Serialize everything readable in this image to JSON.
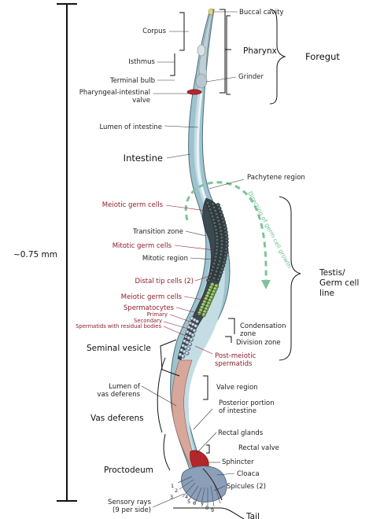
{
  "scale": {
    "label": "~0.75 mm"
  },
  "labels": {
    "buccal_cavity": "Buccal cavity",
    "corpus": "Corpus",
    "pharynx": "Pharynx",
    "foregut": "Foregut",
    "isthmus": "Isthmus",
    "grinder": "Grinder",
    "terminal_bulb": "Terminal bulb",
    "pi_valve_1": "Pharyngeal-intestinal",
    "pi_valve_2": "valve",
    "lumen_intestine": "Lumen of intestine",
    "intestine": "Intestine",
    "pachytene": "Pachytene region",
    "direction": "Direction of germ cell growth",
    "meiotic_germ_cells_1": "Meiotic germ cells",
    "transition_zone": "Transition zone",
    "mitotic_germ_cells": "Mitotic germ cells",
    "mitotic_region": "Mitotic region",
    "testis_1": "Testis/",
    "testis_2": "Germ cell",
    "testis_3": "line",
    "distal_tip_cells": "Distal tip cells (2)",
    "meiotic_germ_cells_2": "Meiotic germ cells",
    "spermatocytes": "Spermatocytes",
    "primary": "Primary",
    "secondary": "Secondary",
    "spermatids_residual": "Spermatids with residual bodies",
    "condensation_1": "Condensation",
    "condensation_2": "zone",
    "division_zone": "Division zone",
    "seminal_vesicle": "Seminal vesicle",
    "post_meiotic_1": "Post-meiotic",
    "post_meiotic_2": "spermatids",
    "lumen_vas_1": "Lumen of",
    "lumen_vas_2": "vas deferens",
    "valve_region": "Valve region",
    "posterior_intestine_1": "Posterior portion",
    "posterior_intestine_2": "of intestine",
    "vas_deferens": "Vas deferens",
    "rectal_glands": "Rectal glands",
    "rectal_valve": "Rectal valve",
    "sphincter": "Sphincter",
    "proctodeum": "Proctodeum",
    "cloaca": "Cloaca",
    "spicules": "Spicules (2)",
    "sensory_rays_1": "Sensory rays",
    "sensory_rays_2": "(9 per side)",
    "tail": "Tail",
    "ray_numbers": [
      "1",
      "2",
      "3",
      "4",
      "5",
      "6",
      "7",
      "8",
      "9"
    ]
  },
  "colors": {
    "body_outer": "#9ec3cf",
    "body_inner": "#c4dde4",
    "lumen": "#e9f3f6",
    "germ_dark": "#2b3a3f",
    "germ_green": "#7aa84a",
    "germ_blue": "#8fa9c4",
    "vas_deferens": "#d6a79a",
    "valve_red": "#b3262b",
    "label_red": "#8b1e2d",
    "arrow_green": "#7dc49a",
    "tail_fan": "#8b9fb8"
  }
}
